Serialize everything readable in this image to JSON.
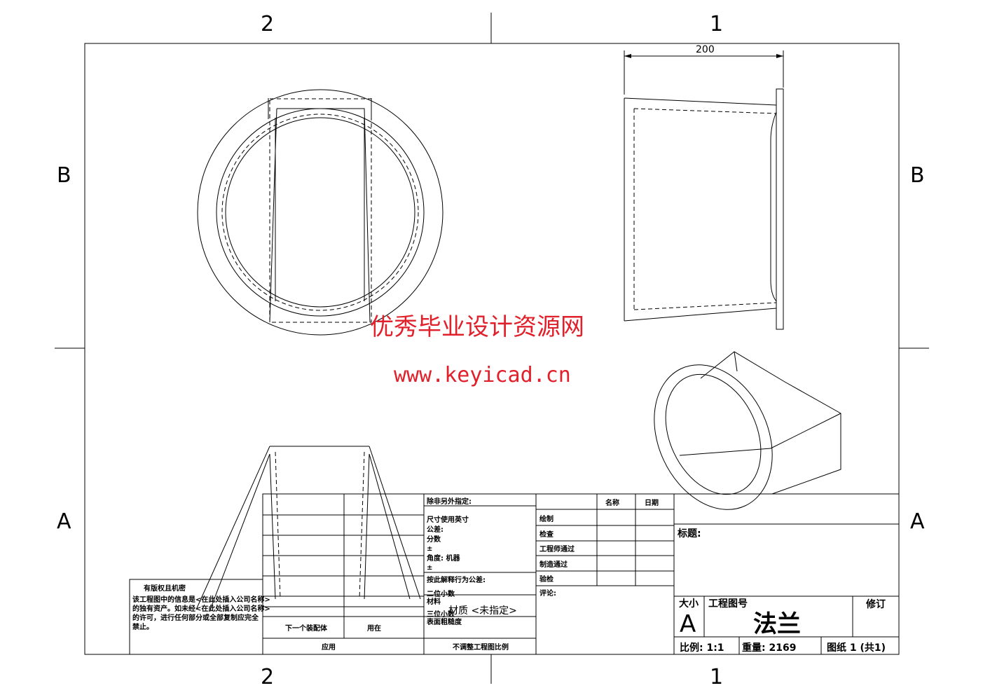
{
  "zones": {
    "col_left": "2",
    "col_right": "1",
    "row_top": "B",
    "row_bottom": "A"
  },
  "dimension": "200",
  "watermark": {
    "line1": "优秀毕业设计资源网",
    "line2": "www.keyicad.cn"
  },
  "copyright": {
    "title": "有版权且机密",
    "line1": "该工程图中的信息是<在此处插入公司名称>",
    "line2": "的独有资产。如未经<在此处插入公司名称>",
    "line3": "的许可，进行任何部分或全部复制应完全",
    "line4": "禁止。"
  },
  "assembly": {
    "next_assy": "下一个装配体",
    "used_on": "用在",
    "application": "应用"
  },
  "specs": {
    "unless": "除非另外指定:",
    "dims": "尺寸使用英寸",
    "tol": "公差:",
    "fraction": "分数",
    "pm1": "±",
    "angle": "角度: 机器",
    "pm2": "±",
    "interpret": "按此解释行为公差:",
    "two_place": "二位小数",
    "material_label": "材料",
    "three_place": "三位小数",
    "material": "材质 <未指定>",
    "finish": "表面粗糙度",
    "no_scale": "不调整工程图比例"
  },
  "signoff": {
    "name": "名称",
    "date": "日期",
    "rows": [
      "绘制",
      "检查",
      "工程师通过",
      "制造通过",
      "验检"
    ],
    "comments": "评论:"
  },
  "title_block": {
    "title_label": "标题:",
    "size_label": "大小",
    "size": "A",
    "dwg_no_label": "工程图号",
    "dwg_no": "法兰",
    "rev_label": "修订",
    "scale": "比例: 1:1",
    "weight": "重量: 2169",
    "sheet": "图纸 1 (共1)"
  }
}
